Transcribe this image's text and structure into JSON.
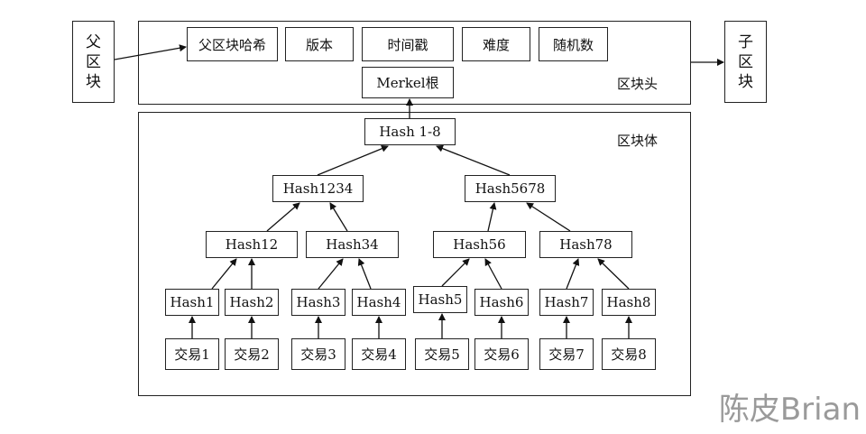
{
  "parent_block": [
    "父",
    "区",
    "块"
  ],
  "child_block": [
    "子",
    "区",
    "块"
  ],
  "block_header": {
    "label": "区块头",
    "fields": [
      "父区块哈希",
      "版本",
      "时间戳",
      "难度",
      "随机数"
    ],
    "merkel_root": "Merkel根"
  },
  "block_body": {
    "label": "区块体",
    "root": "Hash 1-8",
    "level2": [
      "Hash1234",
      "Hash5678"
    ],
    "level3": [
      "Hash12",
      "Hash34",
      "Hash56",
      "Hash78"
    ],
    "leaves": [
      "Hash1",
      "Hash2",
      "Hash3",
      "Hash4",
      "Hash5",
      "Hash6",
      "Hash7",
      "Hash8"
    ],
    "transactions": [
      "交易1",
      "交易2",
      "交易3",
      "交易4",
      "交易5",
      "交易6",
      "交易7",
      "交易8"
    ]
  },
  "watermark": "陈皮Brian"
}
